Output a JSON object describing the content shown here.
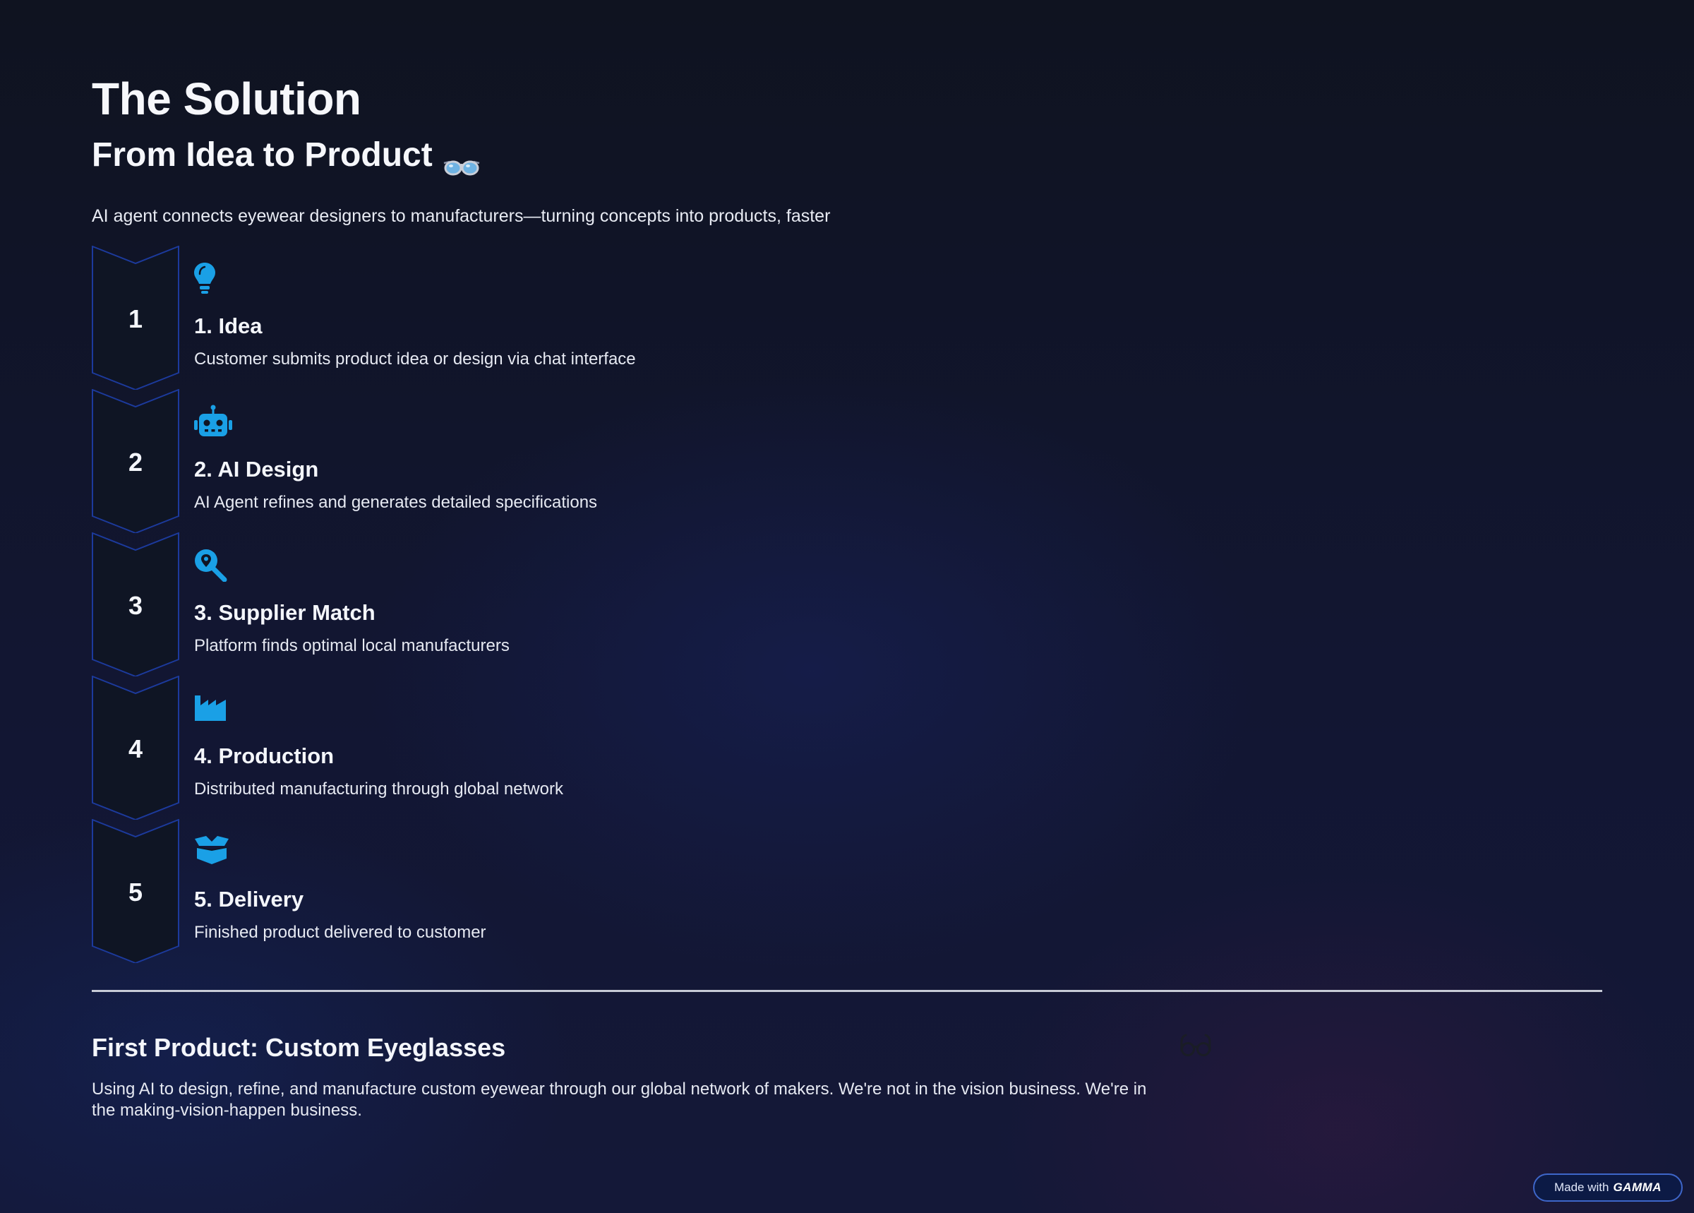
{
  "slide": {
    "title": "The Solution",
    "subtitle": "From Idea to Product",
    "subtitle_emoji": "eyeglasses-emoji",
    "lead": "AI agent connects eyewear designers to manufacturers—turning concepts into products, faster"
  },
  "steps": [
    {
      "number": "1",
      "icon": "lightbulb-icon",
      "title": "1. Idea",
      "description": "Customer submits product idea or design via chat interface"
    },
    {
      "number": "2",
      "icon": "robot-icon",
      "title": "2. AI Design",
      "description": "AI Agent refines and generates detailed specifications"
    },
    {
      "number": "3",
      "icon": "search-location-icon",
      "title": "3. Supplier Match",
      "description": "Platform finds optimal local manufacturers"
    },
    {
      "number": "4",
      "icon": "factory-icon",
      "title": "4. Production",
      "description": "Distributed manufacturing through global network"
    },
    {
      "number": "5",
      "icon": "box-open-icon",
      "title": "5. Delivery",
      "description": "Finished product delivered to customer"
    }
  ],
  "bottom": {
    "heading": "First Product: Custom Eyeglasses",
    "text": "Using AI to design, refine, and manufacture custom eyewear through our global network of makers. We're not in the vision business. We're in the making-vision-happen business.",
    "icon": "glasses-icon"
  },
  "badge": {
    "prefix": "Made with",
    "brand": "GAMMA"
  },
  "colors": {
    "accent": "#1aa0e6",
    "chevron_border": "#1c3a9c",
    "chevron_fill": "#0f1524",
    "background": "#0f1321"
  }
}
